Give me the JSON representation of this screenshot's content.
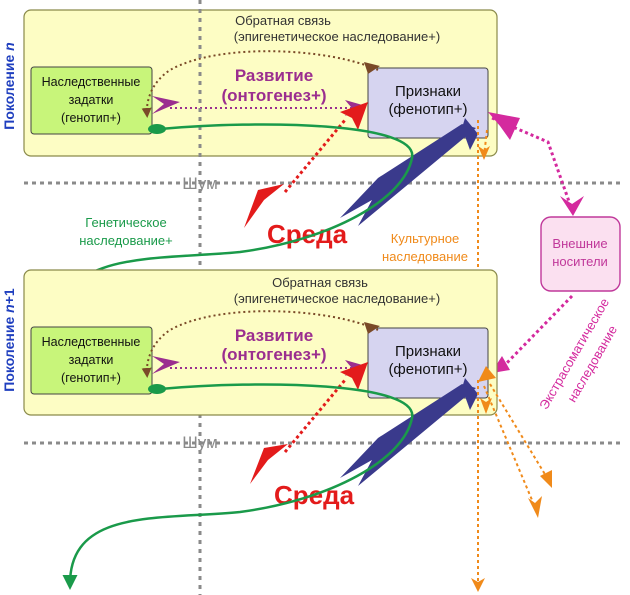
{
  "generations": [
    {
      "side_label": "Поколение ",
      "side_label_n": "n",
      "side_label_suffix": "",
      "feedback_line1": "Обратная связь",
      "feedback_line2": "(эпигенетическое наследование+)",
      "genotype_line1": "Наследственные",
      "genotype_line2": "задатки",
      "genotype_line3": "(генотип+)",
      "development_line1": "Развитие",
      "development_line2": "(онтогенез+)",
      "phenotype_line1": "Признаки",
      "phenotype_line2": "(фенотип+)",
      "noise": "Шум",
      "environment": "Среда"
    },
    {
      "side_label": "Поколение ",
      "side_label_n": "n",
      "side_label_suffix": "+1",
      "feedback_line1": "Обратная связь",
      "feedback_line2": "(эпигенетическое наследование+)",
      "genotype_line1": "Наследственные",
      "genotype_line2": "задатки",
      "genotype_line3": "(генотип+)",
      "development_line1": "Развитие",
      "development_line2": "(онтогенез+)",
      "phenotype_line1": "Признаки",
      "phenotype_line2": "(фенотип+)",
      "noise": "Шум",
      "environment": "Среда"
    }
  ],
  "genetic_inheritance_line1": "Генетическое",
  "genetic_inheritance_line2": "наследование+",
  "cultural_inheritance_line1": "Культурное",
  "cultural_inheritance_line2": "наследование",
  "external_carriers_line1": "Внешние",
  "external_carriers_line2": "носители",
  "extrasomatic_line1": "Экстрасоматическое",
  "extrasomatic_line2": "наследование",
  "colors": {
    "generation_box_fill": "#fdfdc4",
    "generation_box_stroke": "#8a8a4a",
    "genotype_fill": "#c8f57a",
    "phenotype_fill": "#d6d4f0",
    "carriers_fill": "#fbe0f0",
    "carriers_stroke": "#c0389a",
    "green": "#1a9a4a",
    "purple": "#9b2e8f",
    "brown": "#7a4a28",
    "red": "#e31b1b",
    "navy": "#3a3a8c",
    "orange": "#f08a1a",
    "magenta": "#d42a9e",
    "blue_label": "#1f3fbf",
    "noise_gray": "#8a8a8a"
  }
}
